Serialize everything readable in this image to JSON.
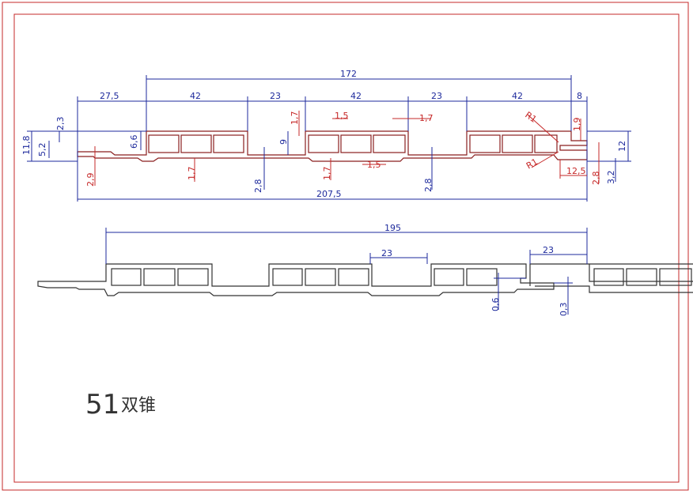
{
  "colors": {
    "frame": "#c62828",
    "profile_top": "#8a1f1f",
    "profile_bottom": "#333333",
    "dimension_blue": "#1e2a9c",
    "dimension_red": "#c62828"
  },
  "title": {
    "number": "51",
    "name": "双锥"
  },
  "top_profile": {
    "overall_top": "172",
    "overall_bottom": "207,5",
    "top_segments": [
      "27,5",
      "42",
      "23",
      "42",
      "23",
      "42",
      "8"
    ],
    "left_heights": [
      "11,8",
      "2,3",
      "5,2",
      "6,6"
    ],
    "wall_red": [
      "1,7",
      "1,5",
      "1,7",
      "1,5",
      "1,7",
      "1,7",
      "1,9",
      "R1",
      "R1",
      "12,5"
    ],
    "misc": [
      "9",
      "2,9",
      "2,8",
      "2,8",
      "2,8",
      "3,2",
      "12"
    ]
  },
  "bottom_profile": {
    "overall": "195",
    "gap_left": "23",
    "gap_right": "23",
    "offset_a": "0,6",
    "offset_b": "0,3"
  }
}
